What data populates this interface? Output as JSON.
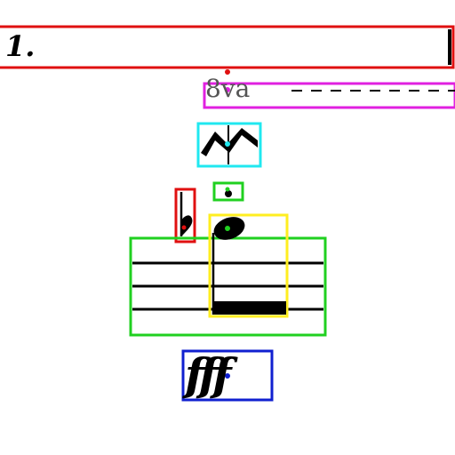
{
  "score": {
    "measure_number": "1.",
    "octave_mark": "8va",
    "dynamic_marking": "fff"
  },
  "colors": {
    "red_box": "#e01010",
    "magenta_box": "#e020e0",
    "cyan_box": "#20e8f0",
    "green_box": "#20d020",
    "yellow_box": "#ffee20",
    "blue_box": "#1020d0",
    "ink": "#000000"
  },
  "icons": {
    "octave_shift": "octave-line-icon",
    "ornament": "mordent-icon",
    "articulation": "staccato-dot-icon",
    "accidental": "flat-icon",
    "note": "notehead-icon"
  }
}
